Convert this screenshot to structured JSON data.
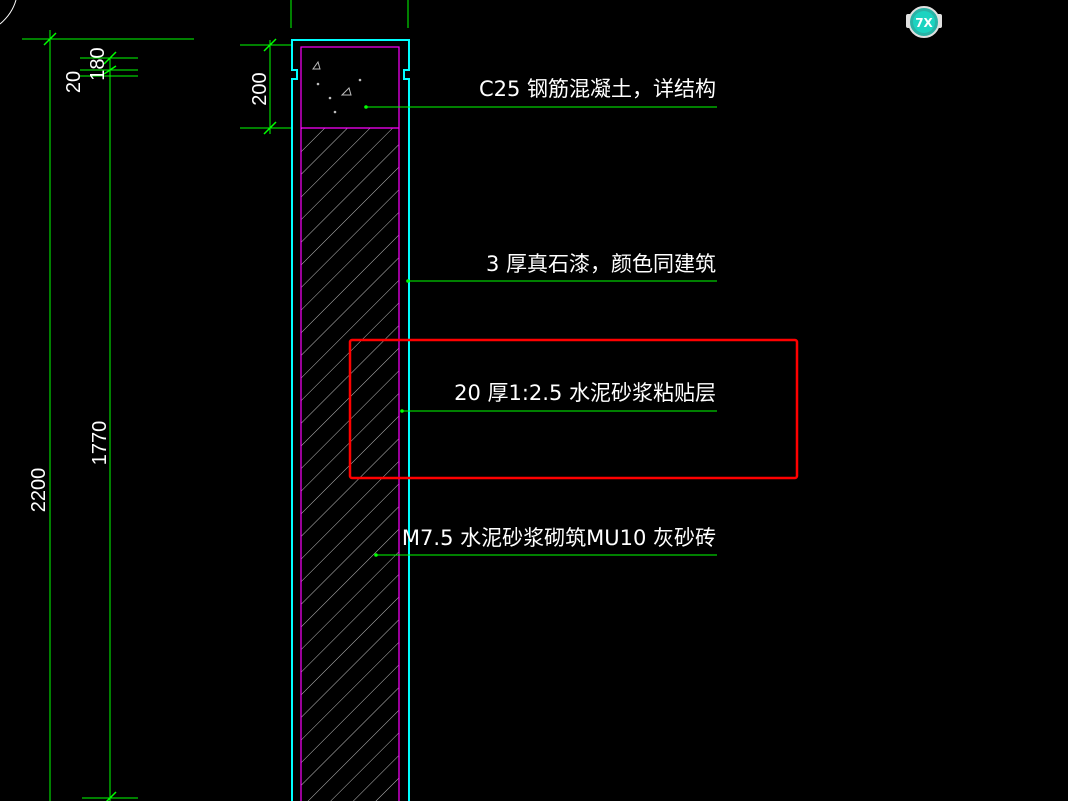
{
  "app": {
    "badge_icon": "gear-badge-icon",
    "badge_text": "7X"
  },
  "dimensions": {
    "overall": "2200",
    "body": "1770",
    "top_small_a": "20",
    "top_small_b": "180",
    "cap": "200"
  },
  "annotations": [
    {
      "id": "cap",
      "text": "C25 钢筋混凝土，详结构"
    },
    {
      "id": "paint",
      "text": "3 厚真石漆，颜色同建筑"
    },
    {
      "id": "mortar-bond",
      "text": "20 厚1:2.5 水泥砂浆粘贴层"
    },
    {
      "id": "masonry",
      "text": "M7.5 水泥砂浆砌筑MU10 灰砂砖"
    },
    {
      "id": "bottom-partial",
      "text": ""
    }
  ],
  "colors": {
    "background": "#000000",
    "dimension_line": "#00ff00",
    "outline": "#00ffff",
    "inner_outline": "#ff00ff",
    "hatch": "#c8c8c8",
    "highlight_box": "#ff0000",
    "leader": "#00ff00",
    "text": "#ffffff"
  }
}
